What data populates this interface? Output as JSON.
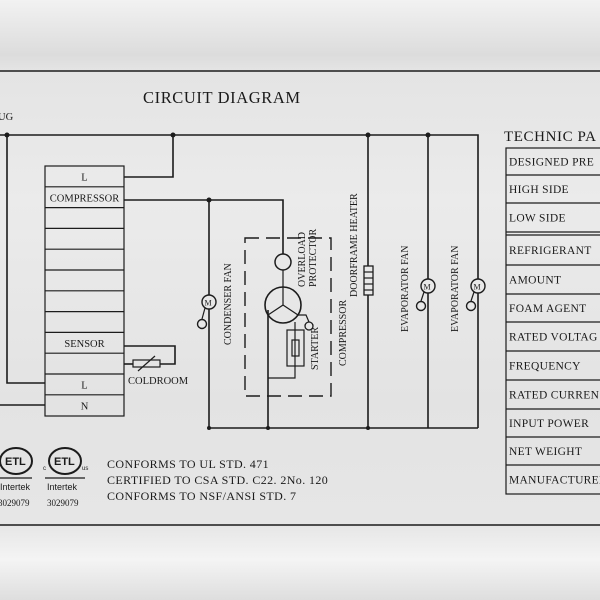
{
  "header": {
    "title": "CIRCUIT DIAGRAM",
    "plug_label_fragment": "UG"
  },
  "controller": {
    "rows": [
      "L",
      "COMPRESSOR",
      "",
      "",
      "",
      "",
      "",
      "",
      "SENSOR",
      "",
      "L",
      "N"
    ]
  },
  "components": {
    "coldroom": "COLDROOM",
    "condenser_fan": "CONDENSER FAN",
    "overload_protector": [
      "OVERLOAD",
      "PROTECTOR"
    ],
    "starter": "STARTER",
    "compressor": "COMPRESSOR",
    "doorframe_heater": "DOORFRAME HEATER",
    "evaporator_fan_1": "EVAPORATOR FAN",
    "evaporator_fan_2": "EVAPORATOR FAN",
    "motor_symbol": "M"
  },
  "certification": {
    "logos": [
      {
        "mark": "ETL",
        "brand": "Intertek",
        "number": "3029079"
      },
      {
        "mark": "ETL",
        "brand": "Intertek",
        "number": "3029079",
        "prefix": "c",
        "suffix": "us"
      }
    ],
    "lines": [
      "CONFORMS TO UL STD. 471",
      "CERTIFIED TO CSA STD. C22. 2No. 120",
      "CONFORMS TO NSF/ANSI STD. 7"
    ]
  },
  "technic_table": {
    "title": "TECHNIC PA",
    "rows": [
      "DESIGNED PRE",
      "HIGH SIDE",
      "LOW SIDE",
      "REFRIGERANT",
      "AMOUNT",
      "FOAM AGENT",
      "RATED VOLTAG",
      "FREQUENCY",
      "RATED CURREN",
      "INPUT POWER",
      "NET WEIGHT",
      "MANUFACTURED"
    ]
  }
}
